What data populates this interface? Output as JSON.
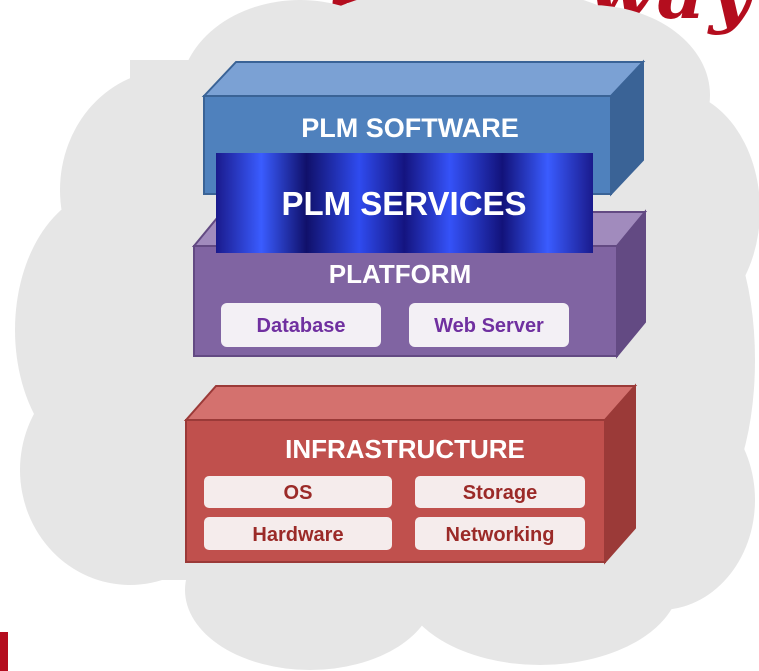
{
  "heading_fragment": "e the way",
  "layers": {
    "software": {
      "label": "PLM SOFTWARE"
    },
    "services": {
      "label": "PLM SERVICES"
    },
    "platform": {
      "label": "PLATFORM",
      "items": [
        "Database",
        "Web Server"
      ]
    },
    "infrastructure": {
      "label": "INFRASTRUCTURE",
      "items": [
        "OS",
        "Storage",
        "Hardware",
        "Networking"
      ]
    }
  },
  "colors": {
    "heading": "#b40d1e",
    "cloud": "#e6e6e6",
    "software_front": "#4f81bd",
    "software_top": "#7ba1d4",
    "software_side": "#3a6396",
    "services_dark": "#1a1a8c",
    "services_light": "#3a5cff",
    "platform_front": "#8064a2",
    "platform_top": "#a18bbd",
    "platform_side": "#634a83",
    "platform_text": "#7030a0",
    "infra_front": "#c0504d",
    "infra_top": "#d4716e",
    "infra_side": "#9b3a38",
    "infra_text": "#9b2a28",
    "pill_bg": "#f3f0f5"
  }
}
